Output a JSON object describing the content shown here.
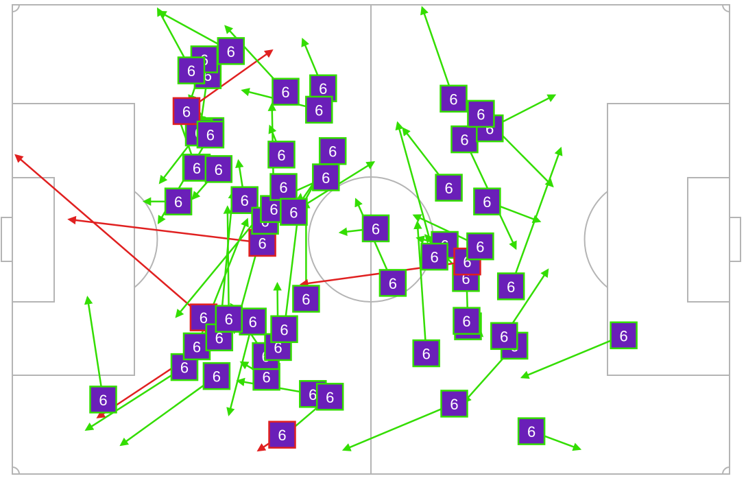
{
  "chart_data": {
    "type": "pass-map",
    "pitch": {
      "length": 105,
      "width": 68
    },
    "colors": {
      "pitch_lines": "#b4b4b4",
      "successful_pass": "#33dd00",
      "unsuccessful_pass": "#e02020",
      "marker_fill": "#6a1fb8",
      "marker_border_successful": "#33dd00",
      "marker_border_unsuccessful": "#e02020",
      "marker_text": "#ffffff"
    },
    "passes": [
      {
        "label": "6",
        "x": 13.3,
        "y": 57.2,
        "end_x": 11.0,
        "end_y": 42.4,
        "outcome": "successful"
      },
      {
        "label": "6",
        "x": 25.2,
        "y": 52.5,
        "end_x": 10.8,
        "end_y": 61.6,
        "outcome": "successful"
      },
      {
        "label": "6",
        "x": 29.9,
        "y": 53.8,
        "end_x": 15.9,
        "end_y": 63.8,
        "outcome": "successful"
      },
      {
        "label": "6",
        "x": 30.2,
        "y": 48.2,
        "end_x": 12.5,
        "end_y": 59.8,
        "outcome": "unsuccessful"
      },
      {
        "label": "6",
        "x": 39.5,
        "y": 62.3,
        "end_x": 36.0,
        "end_y": 64.6,
        "outcome": "unsuccessful"
      },
      {
        "label": "6",
        "x": 44.0,
        "y": 56.4,
        "end_x": 33.0,
        "end_y": 54.5,
        "outcome": "successful"
      },
      {
        "label": "6",
        "x": 46.5,
        "y": 56.8,
        "end_x": 38.8,
        "end_y": 63.3,
        "outcome": "successful"
      },
      {
        "label": "6",
        "x": 37.2,
        "y": 53.9,
        "end_x": 33.5,
        "end_y": 51.8,
        "outcome": "successful"
      },
      {
        "label": "6",
        "x": 35.2,
        "y": 45.9,
        "end_x": 31.7,
        "end_y": 59.4,
        "outcome": "successful"
      },
      {
        "label": "6",
        "x": 37.1,
        "y": 50.9,
        "end_x": 32.0,
        "end_y": 43.4,
        "outcome": "successful"
      },
      {
        "label": "6",
        "x": 38.9,
        "y": 49.6,
        "end_x": 38.8,
        "end_y": 40.4,
        "outcome": "successful"
      },
      {
        "label": "6",
        "x": 39.8,
        "y": 47.0,
        "end_x": 42.2,
        "end_y": 27.5,
        "outcome": "successful"
      },
      {
        "label": "6",
        "x": 27.0,
        "y": 49.5,
        "end_x": 34.4,
        "end_y": 31.1,
        "outcome": "successful"
      },
      {
        "label": "6",
        "x": 28.0,
        "y": 45.3,
        "end_x": 0.5,
        "end_y": 21.8,
        "outcome": "unsuccessful"
      },
      {
        "label": "6",
        "x": 30.3,
        "y": 48.2,
        "end_x": 32.3,
        "end_y": 27.1,
        "outcome": "successful"
      },
      {
        "label": "6",
        "x": 36.6,
        "y": 34.5,
        "end_x": 8.3,
        "end_y": 31.1,
        "outcome": "unsuccessful"
      },
      {
        "label": "6",
        "x": 34.0,
        "y": 28.3,
        "end_x": 33.1,
        "end_y": 22.6,
        "outcome": "successful"
      },
      {
        "label": "6",
        "x": 37.0,
        "y": 31.3,
        "end_x": 32.5,
        "end_y": 47.5,
        "outcome": "successful"
      },
      {
        "label": "6",
        "x": 38.3,
        "y": 29.6,
        "end_x": 38.0,
        "end_y": 14.4,
        "outcome": "successful"
      },
      {
        "label": "6",
        "x": 38.3,
        "y": 29.6,
        "end_x": 33.1,
        "end_y": 29.6,
        "outcome": "successful"
      },
      {
        "label": "6",
        "x": 45.9,
        "y": 25.0,
        "end_x": 39.2,
        "end_y": 28.0,
        "outcome": "successful"
      },
      {
        "label": "6",
        "x": 46.9,
        "y": 21.2,
        "end_x": 41.0,
        "end_y": 31.6,
        "outcome": "successful"
      },
      {
        "label": "6",
        "x": 45.5,
        "y": 12.1,
        "end_x": 42.5,
        "end_y": 5.0,
        "outcome": "successful"
      },
      {
        "label": "6",
        "x": 44.9,
        "y": 15.2,
        "end_x": 33.7,
        "end_y": 12.4,
        "outcome": "successful"
      },
      {
        "label": "6",
        "x": 28.6,
        "y": 10.2,
        "end_x": 27.6,
        "end_y": 17.1,
        "outcome": "successful"
      },
      {
        "label": "6",
        "x": 32.0,
        "y": 6.7,
        "end_x": 21.5,
        "end_y": 1.0,
        "outcome": "successful"
      },
      {
        "label": "6",
        "x": 28.1,
        "y": 7.9,
        "end_x": 26.0,
        "end_y": 14.1,
        "outcome": "successful"
      },
      {
        "label": "6",
        "x": 26.2,
        "y": 9.5,
        "end_x": 21.3,
        "end_y": 0.6,
        "outcome": "successful"
      },
      {
        "label": "6",
        "x": 29.0,
        "y": 18.3,
        "end_x": 26.2,
        "end_y": 13.5,
        "outcome": "successful"
      },
      {
        "label": "6",
        "x": 27.3,
        "y": 18.5,
        "end_x": 21.6,
        "end_y": 25.8,
        "outcome": "successful"
      },
      {
        "label": "6",
        "x": 26.9,
        "y": 23.6,
        "end_x": 24.0,
        "end_y": 15.4,
        "outcome": "successful"
      },
      {
        "label": "6",
        "x": 24.3,
        "y": 28.5,
        "end_x": 19.3,
        "end_y": 28.5,
        "outcome": "successful"
      },
      {
        "label": "6",
        "x": 25.5,
        "y": 15.4,
        "end_x": 38.0,
        "end_y": 6.6,
        "outcome": "unsuccessful"
      },
      {
        "label": "6",
        "x": 29.0,
        "y": 18.8,
        "end_x": 21.4,
        "end_y": 31.6,
        "outcome": "successful"
      },
      {
        "label": "6",
        "x": 27.0,
        "y": 23.6,
        "end_x": 28.1,
        "end_y": 25.2,
        "outcome": "successful"
      },
      {
        "label": "6",
        "x": 30.2,
        "y": 23.8,
        "end_x": 26.4,
        "end_y": 28.1,
        "outcome": "successful"
      },
      {
        "label": "6",
        "x": 39.7,
        "y": 26.4,
        "end_x": 24.0,
        "end_y": 45.2,
        "outcome": "successful"
      },
      {
        "label": "6",
        "x": 31.7,
        "y": 45.5,
        "end_x": 31.5,
        "end_y": 29.3,
        "outcome": "successful"
      },
      {
        "label": "6",
        "x": 41.2,
        "y": 30.0,
        "end_x": 52.9,
        "end_y": 22.8,
        "outcome": "successful"
      },
      {
        "label": "6",
        "x": 41.2,
        "y": 30.0,
        "end_x": 48.5,
        "end_y": 19.5,
        "outcome": "successful"
      },
      {
        "label": "6",
        "x": 40.0,
        "y": 12.6,
        "end_x": 31.2,
        "end_y": 3.1,
        "outcome": "successful"
      },
      {
        "label": "6",
        "x": 39.4,
        "y": 21.7,
        "end_x": 37.7,
        "end_y": 17.6,
        "outcome": "successful"
      },
      {
        "label": "6",
        "x": 43.0,
        "y": 42.6,
        "end_x": 43.0,
        "end_y": 28.5,
        "outcome": "successful"
      },
      {
        "label": "6",
        "x": 63.3,
        "y": 34.8,
        "end_x": 59.3,
        "end_y": 33.8,
        "outcome": "successful"
      },
      {
        "label": "6",
        "x": 66.4,
        "y": 39.6,
        "end_x": 60.5,
        "end_y": 33.4,
        "outcome": "successful"
      },
      {
        "label": "6",
        "x": 66.6,
        "y": 37.2,
        "end_x": 42.3,
        "end_y": 40.5,
        "outcome": "unsuccessful"
      },
      {
        "label": "6",
        "x": 66.7,
        "y": 46.6,
        "end_x": 66.4,
        "end_y": 36.5,
        "outcome": "successful"
      },
      {
        "label": "6",
        "x": 60.6,
        "y": 50.5,
        "end_x": 59.3,
        "end_y": 31.5,
        "outcome": "successful"
      },
      {
        "label": "6",
        "x": 64.7,
        "y": 57.8,
        "end_x": 48.5,
        "end_y": 64.5,
        "outcome": "successful"
      },
      {
        "label": "6",
        "x": 53.2,
        "y": 32.4,
        "end_x": 48.0,
        "end_y": 33.0,
        "outcome": "successful"
      },
      {
        "label": "6",
        "x": 55.7,
        "y": 40.3,
        "end_x": 50.3,
        "end_y": 28.2,
        "outcome": "successful"
      },
      {
        "label": "6",
        "x": 68.5,
        "y": 35.0,
        "end_x": 58.8,
        "end_y": 30.5,
        "outcome": "successful"
      },
      {
        "label": "6",
        "x": 66.5,
        "y": 45.8,
        "end_x": 68.8,
        "end_y": 48.0,
        "outcome": "successful"
      },
      {
        "label": "6",
        "x": 73.5,
        "y": 49.4,
        "end_x": 66.1,
        "end_y": 57.6,
        "outcome": "successful"
      },
      {
        "label": "6",
        "x": 76.0,
        "y": 61.8,
        "end_x": 83.1,
        "end_y": 64.4,
        "outcome": "successful"
      },
      {
        "label": "6",
        "x": 72.0,
        "y": 48.0,
        "end_x": 78.4,
        "end_y": 38.4,
        "outcome": "successful"
      },
      {
        "label": "6",
        "x": 89.5,
        "y": 47.9,
        "end_x": 74.6,
        "end_y": 54.0,
        "outcome": "successful"
      },
      {
        "label": "6",
        "x": 73.0,
        "y": 40.8,
        "end_x": 80.3,
        "end_y": 20.8,
        "outcome": "successful"
      },
      {
        "label": "6",
        "x": 69.5,
        "y": 28.5,
        "end_x": 77.2,
        "end_y": 31.4,
        "outcome": "successful"
      },
      {
        "label": "6",
        "x": 66.2,
        "y": 19.5,
        "end_x": 73.7,
        "end_y": 35.3,
        "outcome": "successful"
      },
      {
        "label": "6",
        "x": 69.9,
        "y": 17.9,
        "end_x": 79.4,
        "end_y": 13.1,
        "outcome": "successful"
      },
      {
        "label": "6",
        "x": 68.6,
        "y": 15.8,
        "end_x": 79.1,
        "end_y": 26.3,
        "outcome": "successful"
      },
      {
        "label": "6",
        "x": 64.6,
        "y": 13.6,
        "end_x": 60.0,
        "end_y": 0.4,
        "outcome": "successful"
      },
      {
        "label": "6",
        "x": 63.9,
        "y": 26.5,
        "end_x": 57.2,
        "end_y": 17.9,
        "outcome": "successful"
      },
      {
        "label": "6",
        "x": 61.8,
        "y": 36.5,
        "end_x": 56.4,
        "end_y": 17.1,
        "outcome": "successful"
      }
    ]
  }
}
